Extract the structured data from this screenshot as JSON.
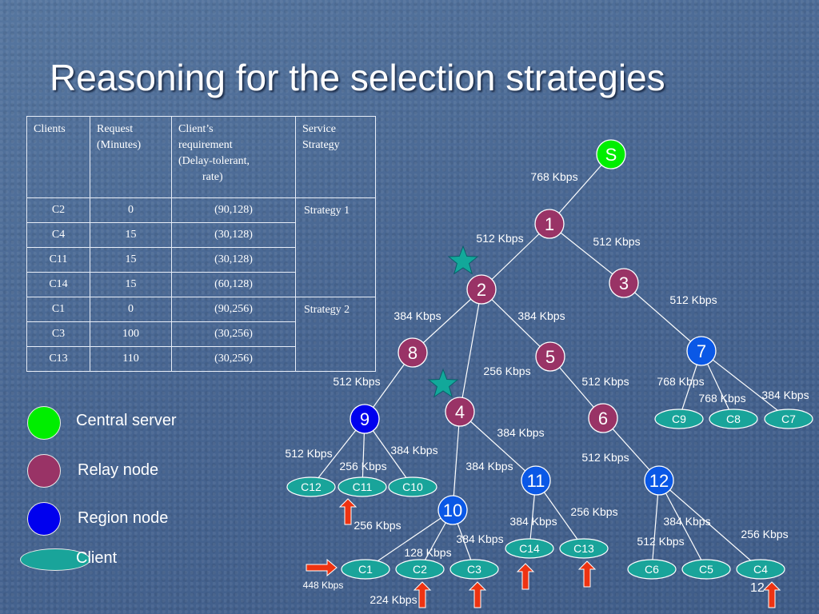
{
  "slide": {
    "title": "Reasoning for the selection strategies",
    "number": "12"
  },
  "table": {
    "headers": [
      "Clients",
      "Request (Minutes)",
      "Client's requirement (Delay-tolerant, rate)",
      "Service Strategy"
    ],
    "header_lines": [
      [
        "Clients"
      ],
      [
        "Request",
        "(Minutes)"
      ],
      [
        "Client’s",
        "requirement",
        "(Delay-tolerant,",
        "rate)"
      ],
      [
        "Service",
        "Strategy"
      ]
    ],
    "rows": [
      {
        "client": "C2",
        "request": "0",
        "requirement": "(90,128)"
      },
      {
        "client": "C4",
        "request": "15",
        "requirement": "(30,128)"
      },
      {
        "client": "C11",
        "request": "15",
        "requirement": "(30,128)"
      },
      {
        "client": "C14",
        "request": "15",
        "requirement": "(60,128)"
      },
      {
        "client": "C1",
        "request": "0",
        "requirement": "(90,256)"
      },
      {
        "client": "C3",
        "request": "100",
        "requirement": "(30,256)"
      },
      {
        "client": "C13",
        "request": "110",
        "requirement": "(30,256)"
      }
    ],
    "strategies": [
      "Strategy 1",
      "Strategy 2"
    ]
  },
  "legend": [
    {
      "label": "Central server",
      "color": "#00ee00"
    },
    {
      "label": "Relay node",
      "color": "#993366"
    },
    {
      "label": "Region node",
      "color": "#0000ee"
    },
    {
      "label": "Client",
      "color": "#19a49a"
    }
  ],
  "diagram": {
    "colors": {
      "server": "#00ee00",
      "relay": "#993366",
      "region": "#0000ee",
      "region2": "#0a58e6",
      "client": "#19a49a",
      "arrow": "#ee3311",
      "star": "#12a89a"
    },
    "nodes": [
      {
        "id": "S",
        "label": "S",
        "kind": "server"
      },
      {
        "id": "1",
        "label": "1",
        "kind": "relay"
      },
      {
        "id": "2",
        "label": "2",
        "kind": "relay"
      },
      {
        "id": "3",
        "label": "3",
        "kind": "relay"
      },
      {
        "id": "8",
        "label": "8",
        "kind": "relay"
      },
      {
        "id": "5",
        "label": "5",
        "kind": "relay"
      },
      {
        "id": "7",
        "label": "7",
        "kind": "region2"
      },
      {
        "id": "4",
        "label": "4",
        "kind": "relay"
      },
      {
        "id": "9",
        "label": "9",
        "kind": "region"
      },
      {
        "id": "6",
        "label": "6",
        "kind": "relay"
      },
      {
        "id": "11",
        "label": "11",
        "kind": "region2"
      },
      {
        "id": "12",
        "label": "12",
        "kind": "region2"
      },
      {
        "id": "10",
        "label": "10",
        "kind": "region2"
      },
      {
        "id": "C9",
        "label": "C9",
        "kind": "client"
      },
      {
        "id": "C8",
        "label": "C8",
        "kind": "client"
      },
      {
        "id": "C7",
        "label": "C7",
        "kind": "client"
      },
      {
        "id": "C12",
        "label": "C12",
        "kind": "client"
      },
      {
        "id": "C11",
        "label": "C11",
        "kind": "client"
      },
      {
        "id": "C10",
        "label": "C10",
        "kind": "client"
      },
      {
        "id": "C14",
        "label": "C14",
        "kind": "client"
      },
      {
        "id": "C13",
        "label": "C13",
        "kind": "client"
      },
      {
        "id": "C1",
        "label": "C1",
        "kind": "client"
      },
      {
        "id": "C2",
        "label": "C2",
        "kind": "client"
      },
      {
        "id": "C3",
        "label": "C3",
        "kind": "client"
      },
      {
        "id": "C6",
        "label": "C6",
        "kind": "client"
      },
      {
        "id": "C5",
        "label": "C5",
        "kind": "client"
      },
      {
        "id": "C4",
        "label": "C4",
        "kind": "client"
      }
    ],
    "edges": [
      [
        "S",
        "1"
      ],
      [
        "1",
        "2"
      ],
      [
        "1",
        "3"
      ],
      [
        "2",
        "8"
      ],
      [
        "2",
        "5"
      ],
      [
        "2",
        "4"
      ],
      [
        "3",
        "7"
      ],
      [
        "8",
        "9"
      ],
      [
        "5",
        "6"
      ],
      [
        "4",
        "11"
      ],
      [
        "4",
        "10"
      ],
      [
        "6",
        "12"
      ],
      [
        "7",
        "C9"
      ],
      [
        "7",
        "C8"
      ],
      [
        "7",
        "C7"
      ],
      [
        "9",
        "C12"
      ],
      [
        "9",
        "C11"
      ],
      [
        "9",
        "C10"
      ],
      [
        "11",
        "C14"
      ],
      [
        "11",
        "C13"
      ],
      [
        "10",
        "C1"
      ],
      [
        "10",
        "C2"
      ],
      [
        "10",
        "C3"
      ],
      [
        "12",
        "C6"
      ],
      [
        "12",
        "C5"
      ],
      [
        "12",
        "C4"
      ]
    ],
    "link_labels": [
      "768 Kbps",
      "512 Kbps",
      "512 Kbps",
      "512 Kbps",
      "384 Kbps",
      "384 Kbps",
      "256 Kbps",
      "512 Kbps",
      "512 Kbps",
      "768 Kbps",
      "768 Kbps",
      "384 Kbps",
      "384 Kbps",
      "512 Kbps",
      "384 Kbps",
      "256 Kbps",
      "384 Kbps",
      "512 Kbps",
      "256 Kbps",
      "384 Kbps",
      "256 Kbps",
      "384 Kbps",
      "128 Kbps",
      "384 Kbps",
      "512 Kbps",
      "256 Kbps",
      "448 Kbps",
      "224 Kbps"
    ]
  }
}
